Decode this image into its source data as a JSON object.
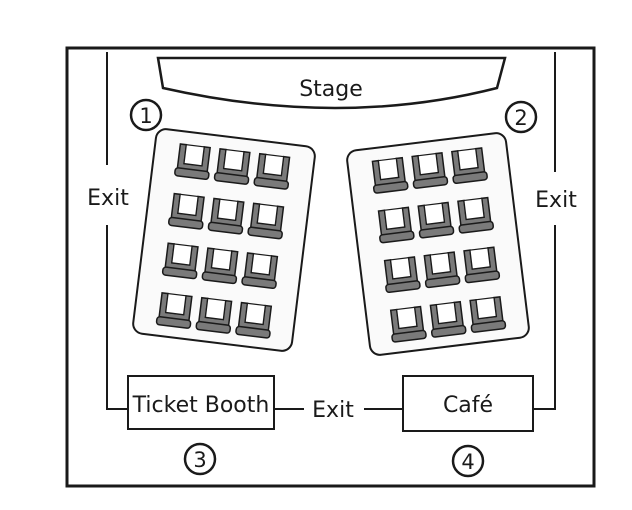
{
  "stage": {
    "label": "Stage"
  },
  "exits": {
    "left": "Exit",
    "right": "Exit",
    "bottom": "Exit"
  },
  "booths": {
    "ticket": "Ticket Booth",
    "cafe": "Café"
  },
  "markers": [
    "1",
    "2",
    "3",
    "4"
  ],
  "seating": {
    "left_section": {
      "rows": 4,
      "seats_per_row": 3
    },
    "right_section": {
      "rows": 4,
      "seats_per_row": 3
    }
  },
  "colors": {
    "line": "#1a1a1a",
    "seat_fill": "#ffffff",
    "seat_base": "#7a7a7a",
    "section_fill": "#fafafa"
  }
}
